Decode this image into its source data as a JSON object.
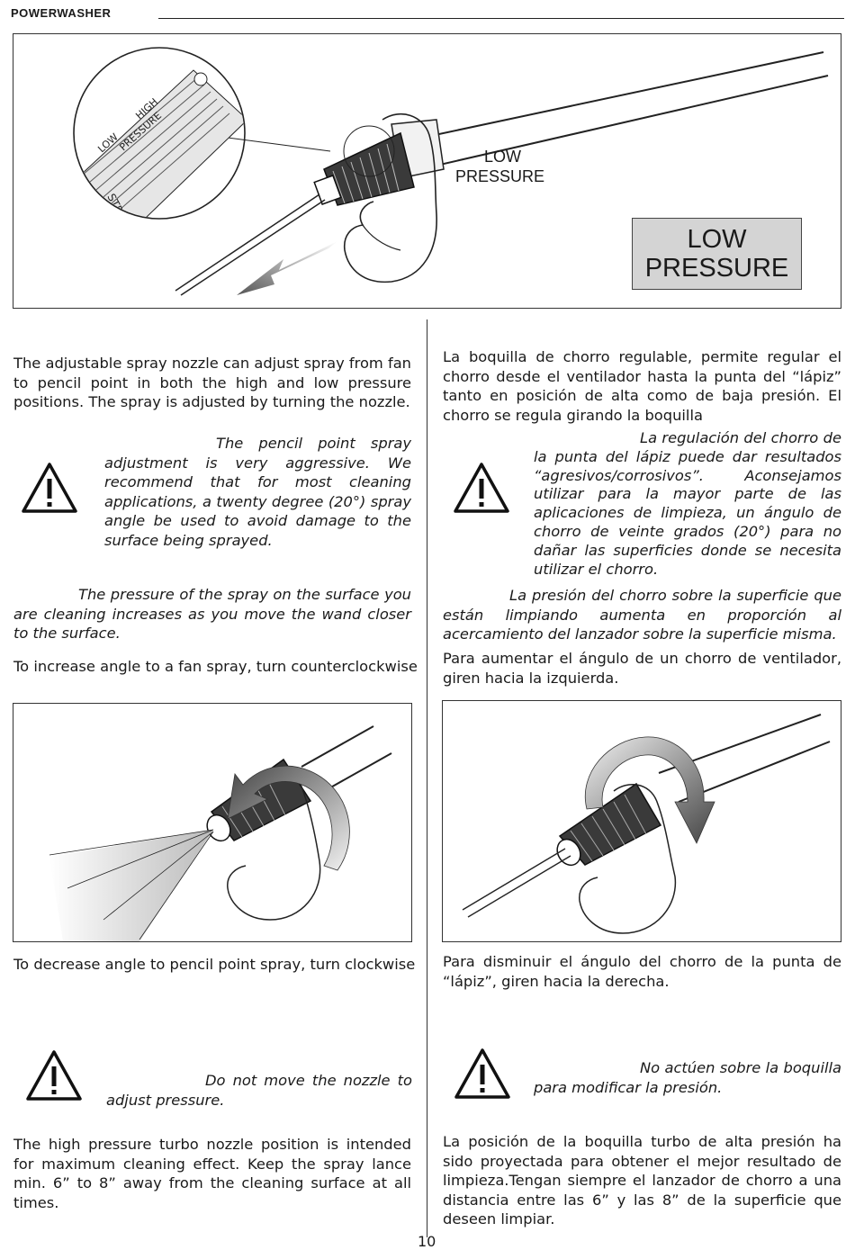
{
  "header": {
    "title": "POWERWASHER"
  },
  "figure_top": {
    "callout_label": [
      "LOW",
      "PRESSURE"
    ],
    "display_label": [
      "LOW",
      "PRESSURE"
    ],
    "nozzle_markings": [
      "HIGH",
      "LOW",
      "PRESSURE",
      "STREAM"
    ]
  },
  "english": {
    "intro": "The adjustable spray nozzle can adjust spray from fan to pencil point in both the high and low pressure positions. The spray  is adjusted by turning the nozzle.",
    "warning_pencil": "The pencil point spray adjustment is very aggressive. We recommend that for most cleaning applications, a twenty degree (20°) spray angle be used to avoid damage to the surface being sprayed.",
    "pressure_note": "The pressure of the spray on the surface you are cleaning increases as you move the wand closer to the surface.",
    "increase_angle": "To increase angle to a fan spray, turn counterclockwise",
    "decrease_angle": "To decrease angle to pencil point spray, turn clockwise",
    "warning_nozzle": "Do not move the nozzle to adjust pressure.",
    "turbo_note": "The high pressure turbo nozzle position is intended for maximum cleaning effect. Keep the spray lance min. 6” to 8” away from the cleaning surface at all times."
  },
  "spanish": {
    "intro": "La boquilla de chorro regulable, permite regular el chorro desde el ventilador hasta la punta del “lápiz” tanto en posición de alta como de baja presión. El chorro se regula girando la boquilla",
    "warning_pencil": "La regulación del chorro de la punta del lápiz puede dar resultados “agresivos/corrosivos”. Aconsejamos utilizar para la mayor parte de las aplicaciones de limpieza, un ángulo de chorro de veinte grados (20°) para no dañar las superficies donde se necesita utilizar el chorro.",
    "pressure_note": "La presión del chorro sobre la superficie que están limpiando aumenta en proporción al acercamiento del lanzador sobre la superficie misma.",
    "increase_angle": "Para aumentar el ángulo de un chorro de ventilador, giren hacia la izquierda.",
    "decrease_angle": "Para disminuir el ángulo del chorro de la punta de “lápiz”, giren hacia la derecha.",
    "warning_nozzle": "No actúen sobre la boquilla para modificar la presión.",
    "turbo_note": "La posición de la boquilla turbo de alta presión ha sido proyectada para obtener el mejor resultado de limpieza.Tengan siempre el lanzador de chorro a una distancia entre las 6” y las 8” de la superficie que deseen limpiar."
  },
  "footer": {
    "page_number": "10"
  },
  "icons": [
    "warning-triangle-icon",
    "rotation-arrow-icon"
  ]
}
